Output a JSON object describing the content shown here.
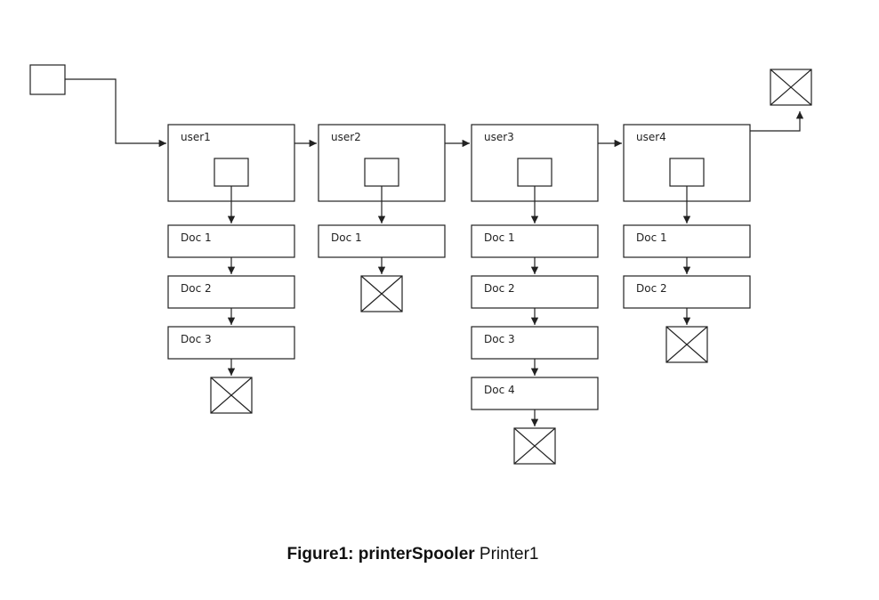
{
  "users": [
    {
      "label": "user1",
      "docs": [
        "Doc 1",
        "Doc 2",
        "Doc 3"
      ]
    },
    {
      "label": "user2",
      "docs": [
        "Doc 1"
      ]
    },
    {
      "label": "user3",
      "docs": [
        "Doc 1",
        "Doc 2",
        "Doc 3",
        "Doc 4"
      ]
    },
    {
      "label": "user4",
      "docs": [
        "Doc 1",
        "Doc 2"
      ]
    }
  ],
  "caption": {
    "bold": "Figure1: printerSpooler",
    "normal": " Printer1"
  }
}
